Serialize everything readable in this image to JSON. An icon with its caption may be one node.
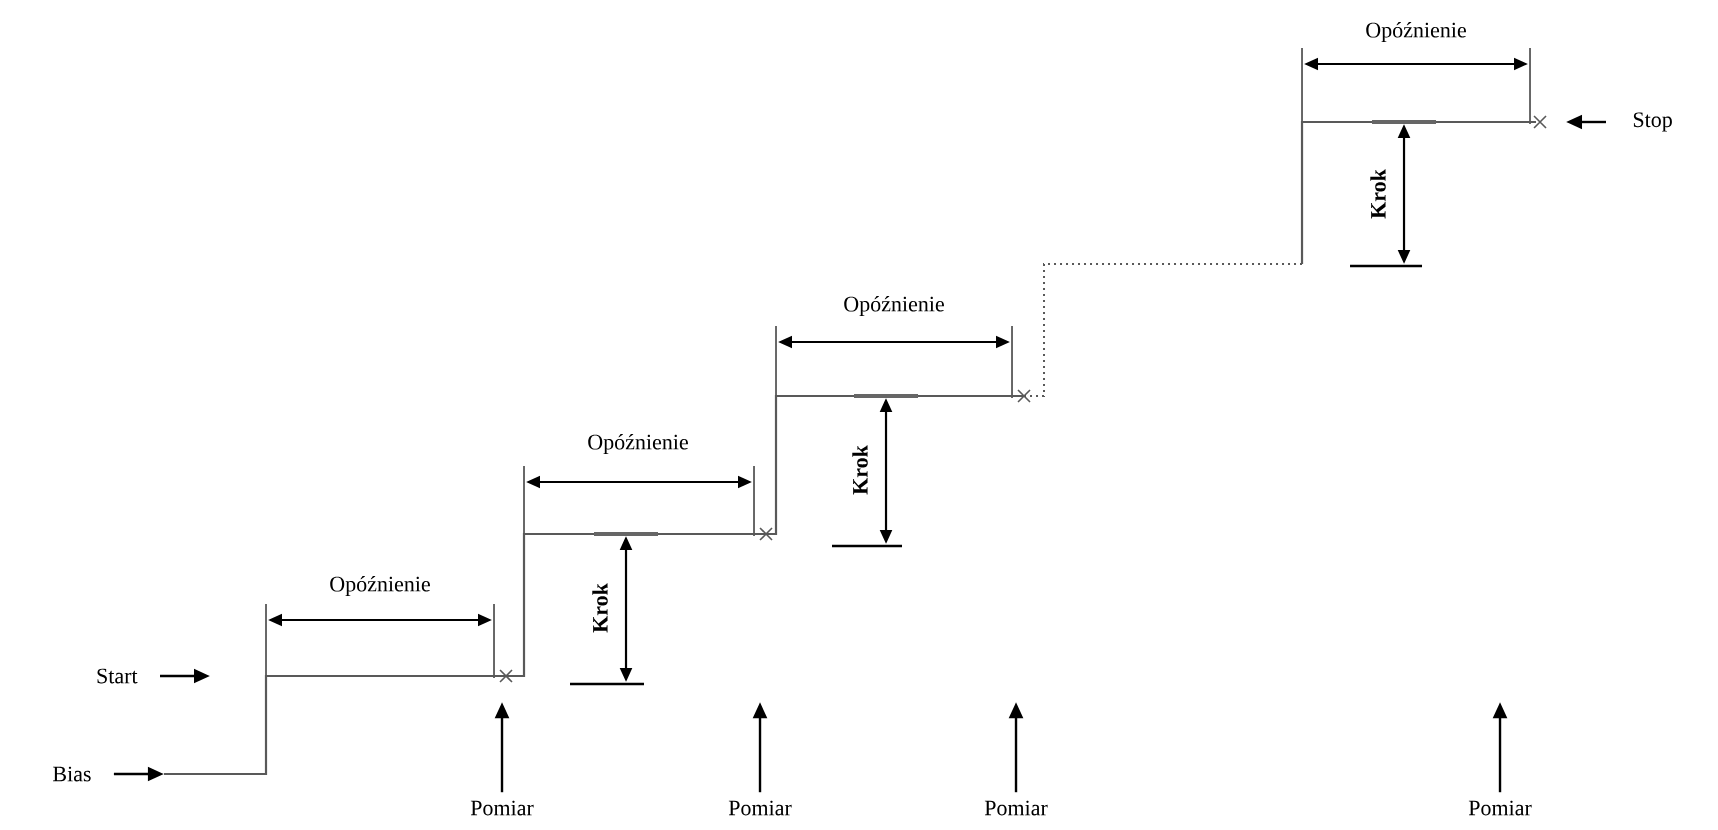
{
  "diagram": {
    "nodes": [
      {
        "text": [
          "Start"
        ]
      },
      {
        "text": [
          "Bias"
        ]
      },
      {
        "text": [
          "Stop"
        ]
      },
      {
        "text": [
          "Pomiar"
        ]
      },
      {
        "text": [
          "Pomiar"
        ]
      },
      {
        "text": [
          "Pomiar"
        ]
      },
      {
        "text": [
          "Pomiar"
        ]
      }
    ],
    "edges": [
      {
        "from": 0,
        "to": null,
        "arrow": "to"
      },
      {
        "from": 1,
        "to": null,
        "arrow": "to"
      },
      {
        "from": 2,
        "to": null,
        "arrow": "to"
      },
      {
        "from": 3,
        "to": null,
        "arrow": "to"
      },
      {
        "from": 4,
        "to": null,
        "arrow": "to"
      },
      {
        "from": 5,
        "to": null,
        "arrow": "to"
      },
      {
        "from": 6,
        "to": null,
        "arrow": "to"
      }
    ],
    "labels": [
      "Opóźnienie",
      "Krok",
      "Opóźnienie",
      "Opóźnienie",
      "Krok",
      "Opóźnienie",
      "Krok"
    ]
  }
}
